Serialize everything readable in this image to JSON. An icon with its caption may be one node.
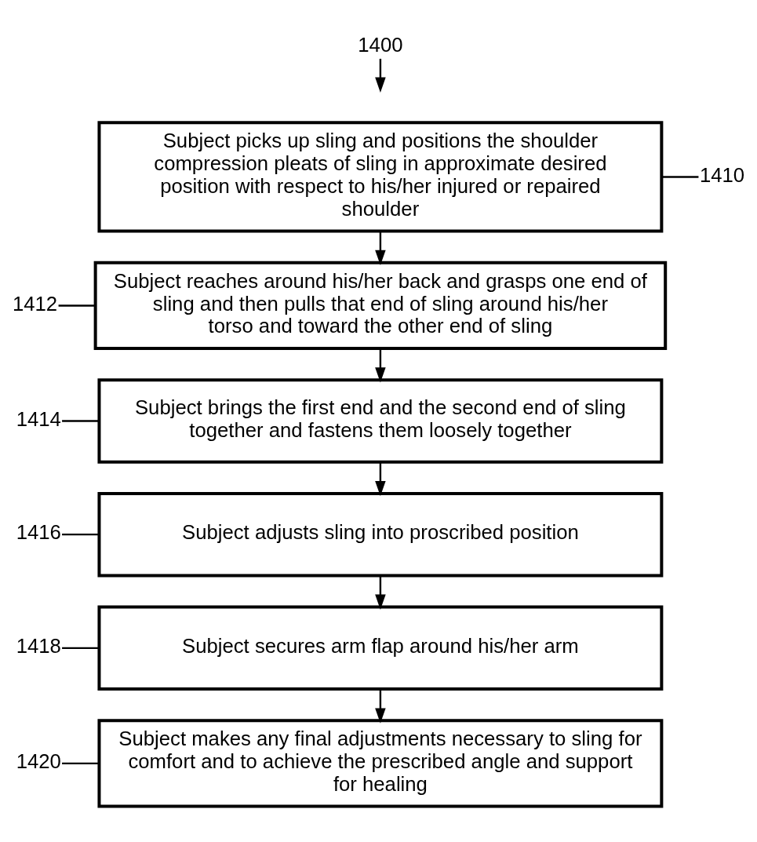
{
  "diagram": {
    "nodes": [
      {
        "text": [
          "Subject picks up sling and positions the shoulder compression pleats of sling in approximate desired position with respect to his/her injured or repaired shoulder"
        ]
      },
      {
        "text": [
          "Subject reaches around his/her back and grasps one end of sling and then pulls that end of sling around his/her torso and toward the other end of sling"
        ]
      },
      {
        "text": [
          "Subject brings the first end and the second end of sling together and fastens them loosely together"
        ]
      },
      {
        "text": [
          "Subject adjusts sling into proscribed position"
        ]
      },
      {
        "text": [
          "Subject secures arm flap around his/her arm"
        ]
      },
      {
        "text": [
          "Subject makes any final adjustments necessary to sling for comfort and to achieve the prescribed angle and support for healing"
        ]
      },
      {
        "text": [
          "1410"
        ]
      },
      {
        "text": [
          "1412"
        ]
      },
      {
        "text": [
          "1414"
        ]
      },
      {
        "text": [
          "1416"
        ]
      },
      {
        "text": [
          "1418"
        ]
      },
      {
        "text": [
          "1420"
        ]
      },
      {
        "text": [
          "1400"
        ]
      }
    ],
    "edges": [
      {
        "from": 0,
        "to": 1,
        "arrow": "to"
      },
      {
        "from": 1,
        "to": 2,
        "arrow": "to"
      },
      {
        "from": 2,
        "to": 3,
        "arrow": "to"
      },
      {
        "from": 3,
        "to": 4,
        "arrow": "to"
      },
      {
        "from": 4,
        "to": 5,
        "arrow": "to"
      },
      {
        "from": 6,
        "to": 0,
        "arrow": "none"
      },
      {
        "from": 7,
        "to": 1,
        "arrow": "none"
      },
      {
        "from": 8,
        "to": 2,
        "arrow": "none"
      },
      {
        "from": 9,
        "to": 3,
        "arrow": "none"
      },
      {
        "from": 10,
        "to": 4,
        "arrow": "none"
      },
      {
        "from": 11,
        "to": 5,
        "arrow": "none"
      },
      {
        "from": 12,
        "to": null,
        "arrow": "to"
      }
    ]
  }
}
